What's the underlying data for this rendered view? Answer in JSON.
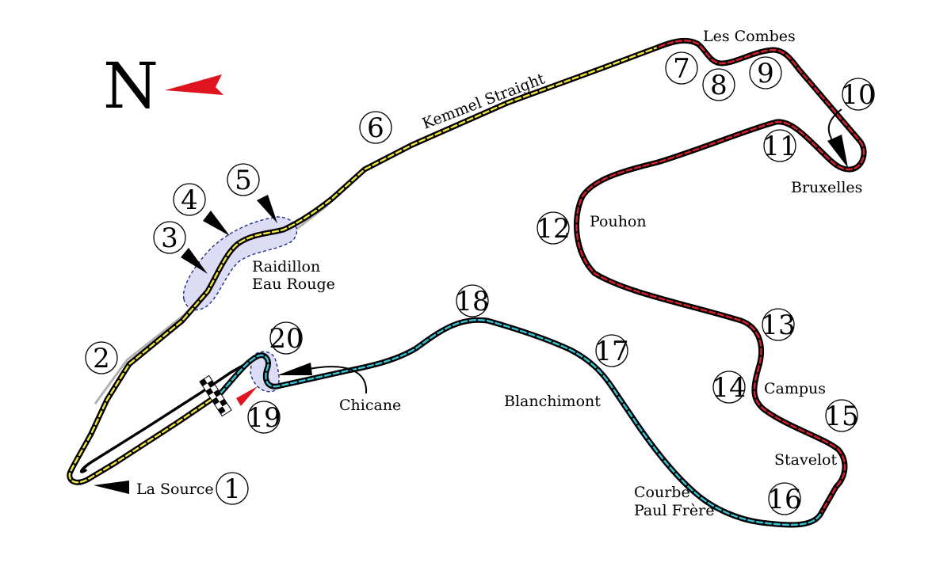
{
  "north_label": "N",
  "colors": {
    "sector1": "#f2e63c",
    "sector2": "#d7212e",
    "sector3": "#35c3d6",
    "track_outline": "#000000",
    "old_track": "#b0b0b0",
    "highlight_fill": "#dcdcf4",
    "highlight_stroke": "#1f2d8c",
    "north_arrow": "#e0141e"
  },
  "turns": [
    "1",
    "2",
    "3",
    "4",
    "5",
    "6",
    "7",
    "8",
    "9",
    "10",
    "11",
    "12",
    "13",
    "14",
    "15",
    "16",
    "17",
    "18",
    "19",
    "20"
  ],
  "labels": {
    "la_source": "La Source",
    "raidillon": "Raidillon",
    "eau_rouge": "Eau Rouge",
    "kemmel": "Kemmel Straight",
    "les_combes": "Les Combes",
    "bruxelles": "Bruxelles",
    "pouhon": "Pouhon",
    "campus": "Campus",
    "stavelot": "Stavelot",
    "courbe": "Courbe",
    "paul_frere": "Paul Frère",
    "blanchimont": "Blanchimont",
    "chicane": "Chicane"
  }
}
